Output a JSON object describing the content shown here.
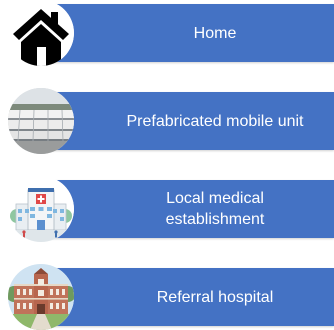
{
  "items": [
    {
      "label": "Home",
      "icon": "house-icon"
    },
    {
      "label": "Prefabricated mobile unit",
      "icon": "mobile-unit-photo-icon"
    },
    {
      "label": "Local medical\nestablishment",
      "icon": "clinic-building-icon"
    },
    {
      "label": "Referral hospital",
      "icon": "hospital-building-icon"
    }
  ],
  "colors": {
    "box": "#4472c4",
    "text": "#ffffff"
  }
}
